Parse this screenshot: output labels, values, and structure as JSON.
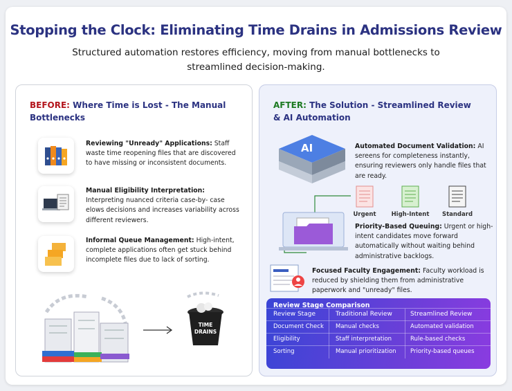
{
  "header": {
    "title": "Stopping the Clock: Eliminating Time Drains in Admissions Review",
    "subtitle": "Structured automation restores efficiency, moving from manual bottlenecks to streamlined decision-making."
  },
  "before": {
    "tag": "BEFORE:",
    "heading": " Where Time is Lost - The Manual Bottlenecks",
    "items": [
      {
        "title": "Reviewing \"Unready\" Applications:",
        "text": " Staff waste time reopening files that are discovered to have missing or inconsistent documents."
      },
      {
        "title": "Manual Eligibility Interpretation:",
        "text": " Interpreting nuanced criteria case-by- case elows decisions and increases variability across different reviewers."
      },
      {
        "title": "Informal Queue Management:",
        "text": " High-intent, complete applications often get stuck behind incomplete files due to lack of sorting."
      }
    ],
    "bin_label_1": "TIME",
    "bin_label_2": "DRAINS"
  },
  "after": {
    "tag": "AFTER:",
    "heading": " The Solution - Streamlined Review & AI Automation",
    "ai_label": "AI",
    "items": [
      {
        "title": "Automated Document Validation:",
        "text": " AI sereens for completeness instantly, ensuring reviewers only handle files that are ready."
      },
      {
        "title": "Priority-Based Queuing:",
        "text": " Urgent or high-intent candidates move forward automatically without waiting behind administrative backlogs."
      },
      {
        "title": "Focused Faculty Engagement:",
        "text": " Faculty workload is reduced by shielding them from administrative paperwork and \"unready\" files."
      }
    ],
    "doc_labels": [
      "Urgent",
      "High-Intent",
      "Standard"
    ],
    "comparison": {
      "title": "Review Stage Comparison",
      "columns": [
        "Review Stage",
        "Traditional Review",
        "Streamlined Review"
      ],
      "rows": [
        [
          "Document Check",
          "Manual checks",
          "Automated validation"
        ],
        [
          "Eligibility",
          "Staff interpretation",
          "Rule-based checks"
        ],
        [
          "Sorting",
          "Manual prioritization",
          "Priority-based queues"
        ]
      ]
    }
  },
  "colors": {
    "title": "#2b3281",
    "before_tag": "#b3151c",
    "after_tag": "#1d7a22",
    "table_start": "#3a45d6",
    "table_end": "#8a3ce0"
  }
}
